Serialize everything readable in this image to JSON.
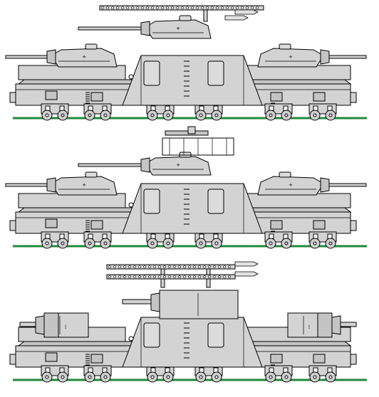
{
  "image": {
    "description_tag": "armored-train-car-variants",
    "colors": {
      "armor": "#d3d3d3",
      "armor_shade": "#c4c4c4",
      "outline": "#000000",
      "rail": "#1f8a3a",
      "background": "#ffffff"
    }
  },
  "variants": [
    {
      "name": "variant-1",
      "turret_main": "t-34-style",
      "roof_weapon": "rocket-launcher-rails",
      "end_turrets": "t-34-style"
    },
    {
      "name": "variant-2",
      "turret_main": "t-34-style",
      "roof_weapon": "machine-gun-cupola",
      "end_turrets": "t-34-style"
    },
    {
      "name": "variant-3",
      "turret_main": "box-turret",
      "roof_weapon": "rocket-launcher-rails",
      "end_turrets": "box-turret"
    }
  ]
}
